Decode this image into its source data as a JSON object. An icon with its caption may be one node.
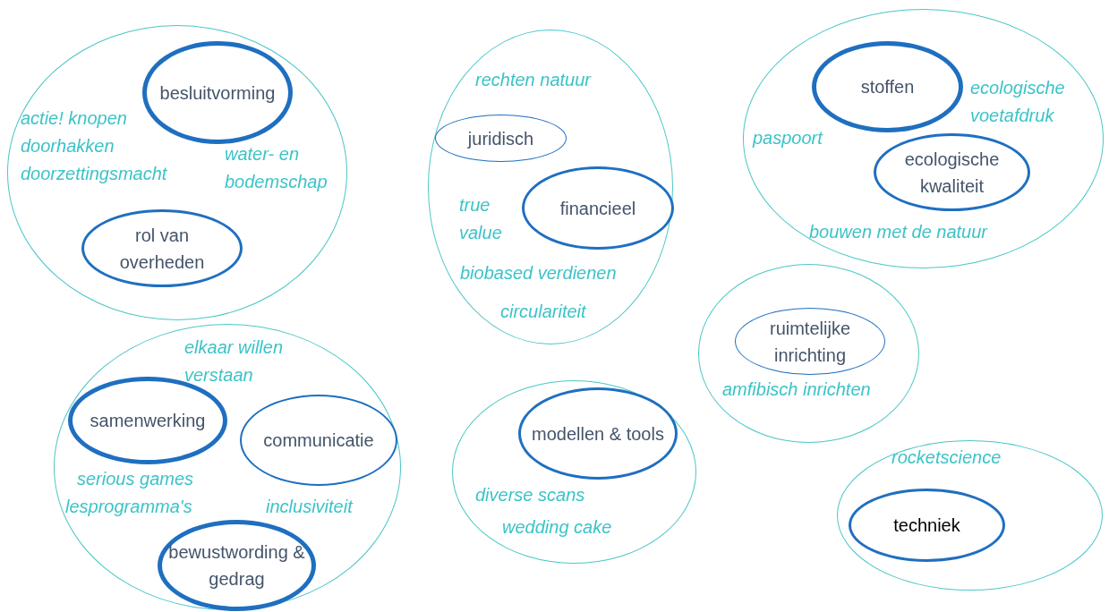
{
  "diagram": {
    "nodes": [
      {
        "text": [
          "actie! knopen doorhakken doorzettingsmacht",
          "water- en bodemschap"
        ]
      },
      {
        "text": [
          "besluitvorming"
        ],
        "in": 0
      },
      {
        "text": [
          "rol van overheden"
        ],
        "in": 0
      },
      {
        "text": [
          "rechten natuur",
          "true value",
          "biobased verdienen",
          "circulariteit"
        ]
      },
      {
        "text": [
          "juridisch"
        ],
        "in": 3
      },
      {
        "text": [
          "financieel"
        ],
        "in": 3
      },
      {
        "text": [
          "ecologische voetafdruk",
          "paspoort",
          "bouwen met de natuur"
        ]
      },
      {
        "text": [
          "stoffen"
        ],
        "in": 6
      },
      {
        "text": [
          "ecologische kwaliteit"
        ],
        "in": 6
      },
      {
        "text": [
          "amfibisch inrichten"
        ]
      },
      {
        "text": [
          "ruimtelijke inrichting"
        ],
        "in": 9
      },
      {
        "text": [
          "elkaar willen verstaan",
          "serious games",
          "lesprogramma's",
          "inclusiviteit"
        ]
      },
      {
        "text": [
          "samenwerking"
        ],
        "in": 11
      },
      {
        "text": [
          "communicatie"
        ],
        "in": 11
      },
      {
        "text": [
          "bewustwording & gedrag"
        ],
        "in": 11
      },
      {
        "text": [
          "diverse scans",
          "wedding cake"
        ]
      },
      {
        "text": [
          "modellen & tools"
        ],
        "in": 15
      },
      {
        "text": [
          "rocketscience"
        ]
      },
      {
        "text": [
          "techniek"
        ],
        "in": 17
      }
    ],
    "edges": []
  }
}
